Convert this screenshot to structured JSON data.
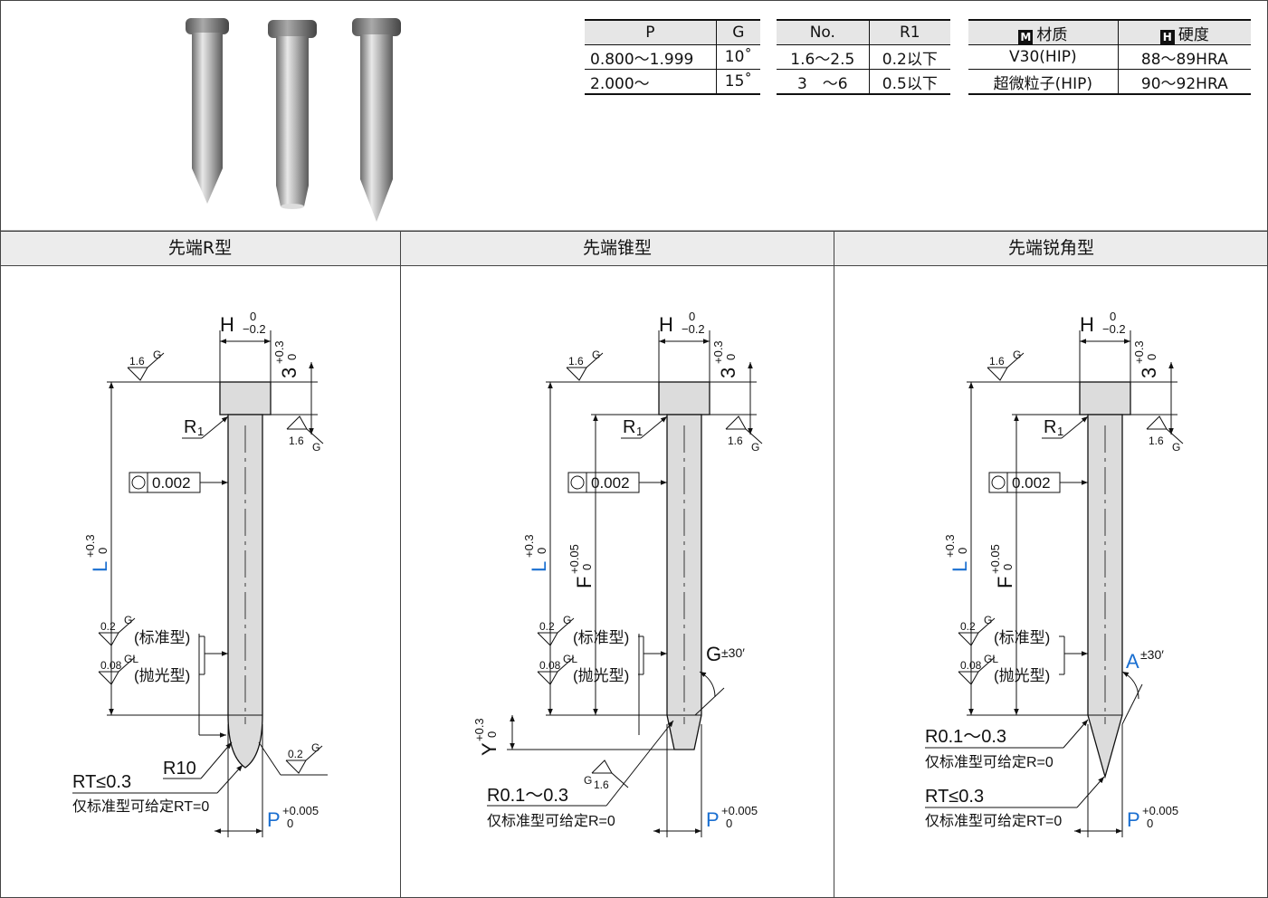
{
  "table_pg": {
    "headers": [
      "P",
      "G"
    ],
    "rows": [
      [
        "0.800～1.999",
        "10˚"
      ],
      [
        "2.000～",
        "15˚"
      ]
    ]
  },
  "table_r": {
    "headers": [
      "No.",
      "R1"
    ],
    "rows": [
      [
        "1.6～2.5",
        "0.2以下"
      ],
      [
        "3　～6",
        "0.5以下"
      ]
    ]
  },
  "table_mat": {
    "header_material_mark": "M",
    "header_material": "材质",
    "header_hardness_mark": "H",
    "header_hardness": "硬度",
    "rows": [
      {
        "material": "V30(HIP)",
        "hardness": "88～89HRA",
        "bold": true
      },
      {
        "material": "超微粒子(HIP)",
        "hardness": "90～92HRA",
        "bold": false
      }
    ]
  },
  "sections": [
    {
      "title": "先端R型"
    },
    {
      "title": "先端锥型"
    },
    {
      "title": "先端锐角型"
    }
  ],
  "annotations": {
    "H": "H",
    "H_tol_up": "0",
    "H_tol_low": "−0.2",
    "head_dim": "3",
    "head_tol_up": "+0.3",
    "head_tol_low": "0",
    "R1_main": "R",
    "R1_sub": "1",
    "roundness": "0.002",
    "rough_16": "1.6",
    "rough_G": "G",
    "rough_02": "0.2",
    "rough_008": "0.08",
    "rough_GL": "GL",
    "standard": "(标准型)",
    "polished": "(抛光型)",
    "L": "L",
    "L_tol_up": "+0.3",
    "L_tol_low": "0",
    "F": "F",
    "F_tol_up": "+0.05",
    "F_tol_low": "0",
    "Y": "Y",
    "Y_tol_up": "+0.3",
    "Y_tol_low": "0",
    "P": "P",
    "P_tol_up": "+0.005",
    "P_tol_low": "0",
    "R10": "R10",
    "RT": "RT≤0.3",
    "RT_note": "仅标准型可给定RT=0",
    "R01": "R0.1～0.3",
    "R_note": "仅标准型可给定R=0",
    "G_angle": "G",
    "angle_tol": "±30′",
    "A_angle": "A"
  },
  "colors": {
    "accent_blue": "#1a6fd1",
    "header_bg": "#e6e6e6",
    "line": "#111111"
  }
}
